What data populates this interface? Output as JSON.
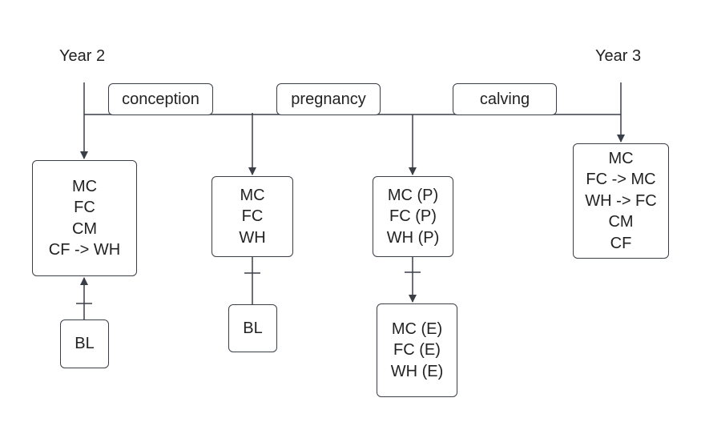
{
  "years": {
    "start": "Year 2",
    "end": "Year 3"
  },
  "phases": [
    "conception",
    "pregnancy",
    "calving"
  ],
  "nodes": {
    "box1": [
      "MC",
      "FC",
      "CM",
      "CF -> WH"
    ],
    "bl1": "BL",
    "box2": [
      "MC",
      "FC",
      "WH"
    ],
    "bl2": "BL",
    "box3": [
      "MC (P)",
      "FC (P)",
      "WH (P)"
    ],
    "box3e": [
      "MC (E)",
      "FC (E)",
      "WH (E)"
    ],
    "box4": [
      "MC",
      "FC -> MC",
      "WH -> FC",
      "CM",
      "CF"
    ]
  },
  "colors": {
    "line": "#3a3f47",
    "text": "#222222",
    "background": "#ffffff"
  }
}
